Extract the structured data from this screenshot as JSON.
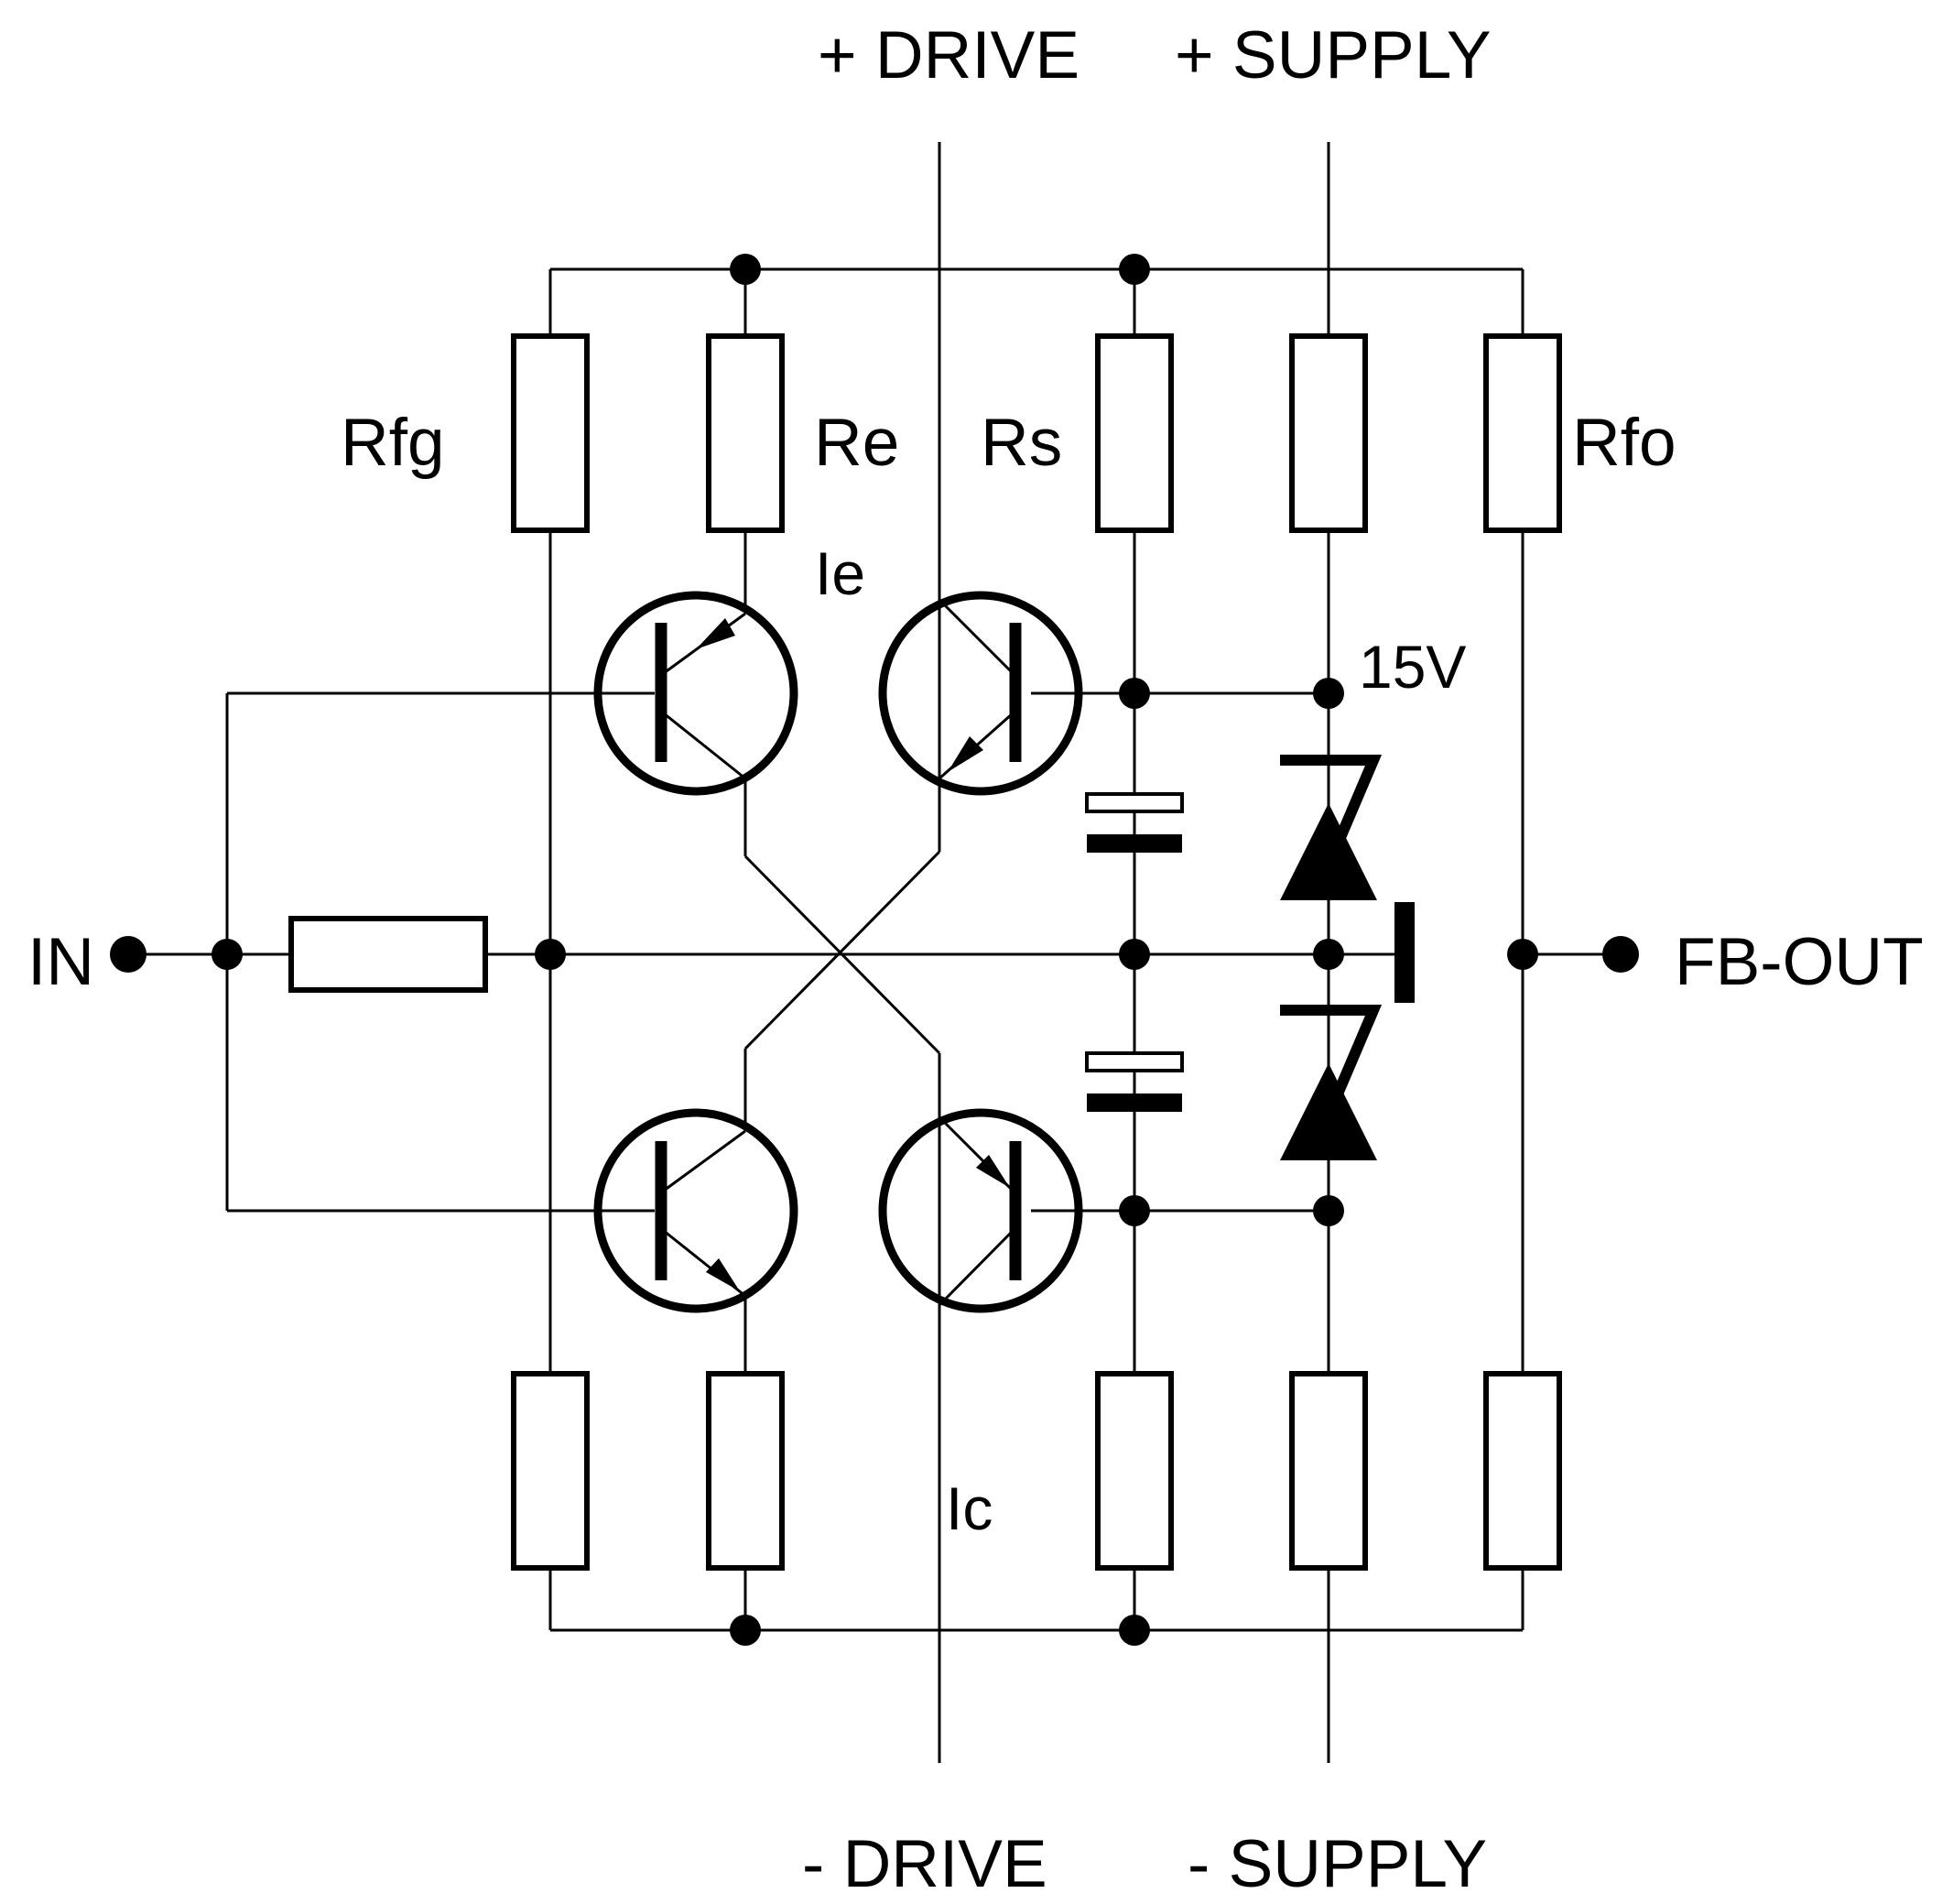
{
  "labels": {
    "plus_drive": "+ DRIVE",
    "plus_supply": "+ SUPPLY",
    "minus_drive": "- DRIVE",
    "minus_supply": "- SUPPLY",
    "in": "IN",
    "fb_out": "FB-OUT",
    "rfg": "Rfg",
    "re": "Re",
    "rs": "Rs",
    "rfo": "Rfo",
    "ie": "Ie",
    "ic": "Ic",
    "zener_voltage": "15V"
  }
}
